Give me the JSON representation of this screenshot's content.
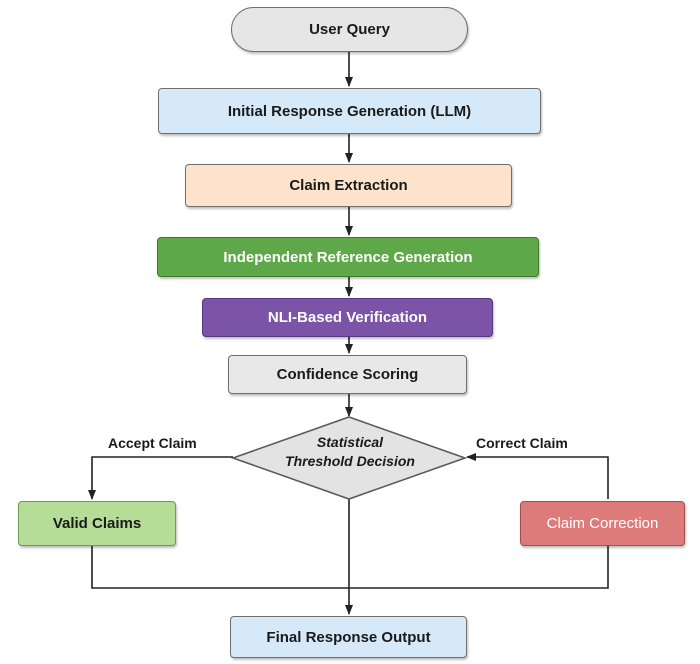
{
  "nodes": {
    "user_query": "User Query",
    "initial_response": "Initial Response Generation (LLM)",
    "claim_extraction": "Claim Extraction",
    "reference_generation": "Independent Reference Generation",
    "nli_verification": "NLI-Based Verification",
    "confidence_scoring": "Confidence Scoring",
    "decision_line1": "Statistical",
    "decision_line2": "Threshold Decision",
    "valid_claims": "Valid Claims",
    "claim_correction": "Claim Correction",
    "final_output": "Final Response Output"
  },
  "edges": {
    "accept": "Accept Claim",
    "correct": "Correct Claim"
  },
  "colors": {
    "user_query": "#e6e6e6",
    "initial_response": "#d6e9f8",
    "claim_extraction": "#fde3cb",
    "reference_generation": "#5fa84a",
    "nli_verification": "#7b54a8",
    "confidence_scoring": "#e8e8e8",
    "decision": "#e3e3e3",
    "valid_claims": "#b5dd98",
    "claim_correction": "#dd7b7b",
    "final_output": "#d6e9f8"
  }
}
